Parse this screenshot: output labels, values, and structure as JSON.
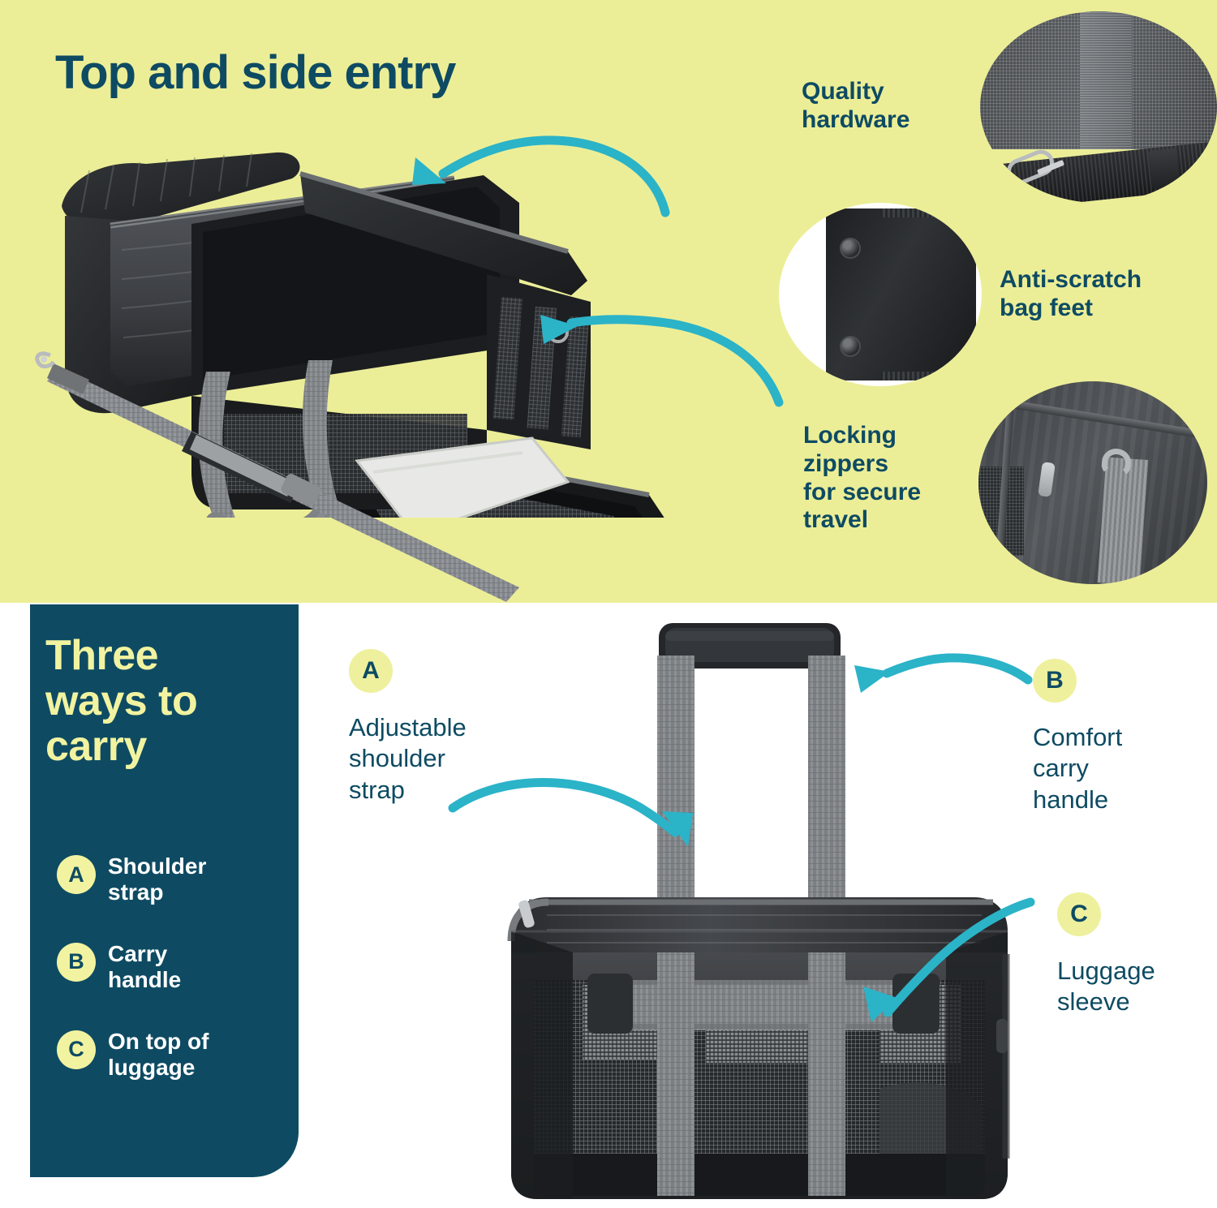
{
  "colors": {
    "yellow_bg": "#ecee97",
    "navy": "#0e4b63",
    "pale_yellow": "#f2f3a0",
    "teal_arrow": "#2bb3c8",
    "white": "#ffffff"
  },
  "top_section": {
    "headline": "Top and side entry",
    "features": [
      {
        "id": "quality-hardware",
        "label": "Quality\nhardware",
        "line1": "Quality",
        "line2": "hardware"
      },
      {
        "id": "anti-scratch-bag-feet",
        "label": "Anti-scratch\nbag feet",
        "line1": "Anti-scratch",
        "line2": "bag feet"
      },
      {
        "id": "locking-zippers",
        "line1": "Locking",
        "line2": "zippers",
        "line3": "for secure",
        "line4": "travel"
      }
    ],
    "arrows": [
      {
        "id": "arrow-top-entry",
        "points_to": "top opening"
      },
      {
        "id": "arrow-side-entry",
        "points_to": "side door opening"
      }
    ]
  },
  "bottom_section": {
    "panel_title_line1": "Three",
    "panel_title_line2": "ways to",
    "panel_title_line3": "carry",
    "carry_methods": [
      {
        "letter": "A",
        "line1": "Shoulder",
        "line2": "strap"
      },
      {
        "letter": "B",
        "line1": "Carry",
        "line2": "handle"
      },
      {
        "letter": "C",
        "line1": "On top of",
        "line2": "luggage"
      }
    ],
    "callouts": [
      {
        "letter": "A",
        "line1": "Adjustable",
        "line2": "shoulder",
        "line3": "strap"
      },
      {
        "letter": "B",
        "line1": "Comfort",
        "line2": "carry",
        "line3": "handle"
      },
      {
        "letter": "C",
        "line1": "Luggage",
        "line2": "sleeve"
      }
    ]
  }
}
